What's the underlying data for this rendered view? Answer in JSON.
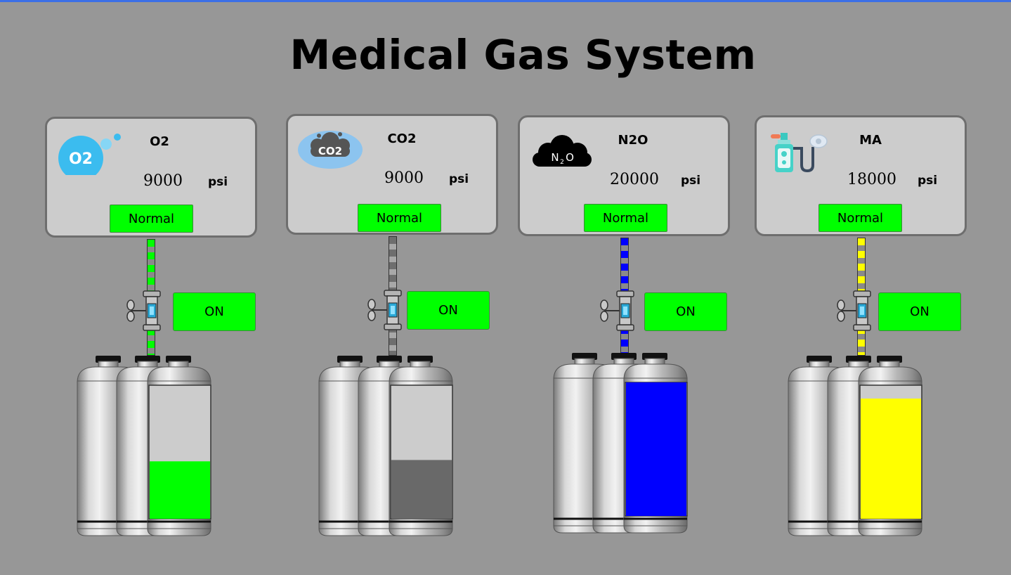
{
  "title": "Medical Gas System",
  "gases": [
    {
      "name": "O2",
      "pressure": "9000",
      "unit": "psi",
      "status": "Normal",
      "valve": "ON",
      "level": 0.43,
      "color": "#00ff00",
      "icon": "oxygen-bubbles-icon"
    },
    {
      "name": "CO2",
      "pressure": "9000",
      "unit": "psi",
      "status": "Normal",
      "valve": "ON",
      "level": 0.44,
      "color": "#696969",
      "icon": "co2-cloud-icon"
    },
    {
      "name": "N2O",
      "pressure": "20000",
      "unit": "psi",
      "status": "Normal",
      "valve": "ON",
      "level": 1.0,
      "color": "#0000ff",
      "icon": "n2o-cloud-icon"
    },
    {
      "name": "MA",
      "pressure": "18000",
      "unit": "psi",
      "status": "Normal",
      "valve": "ON",
      "level": 0.9,
      "color": "#ffff00",
      "icon": "medical-air-mask-icon"
    }
  ],
  "icon_texts": {
    "o2": "O2",
    "co2": "CO2",
    "n2o_n": "N",
    "n2o_2": "2",
    "n2o_o": "O"
  },
  "colors": {
    "background": "#979797",
    "panel": "#cccccc",
    "ok": "#00ff00"
  }
}
